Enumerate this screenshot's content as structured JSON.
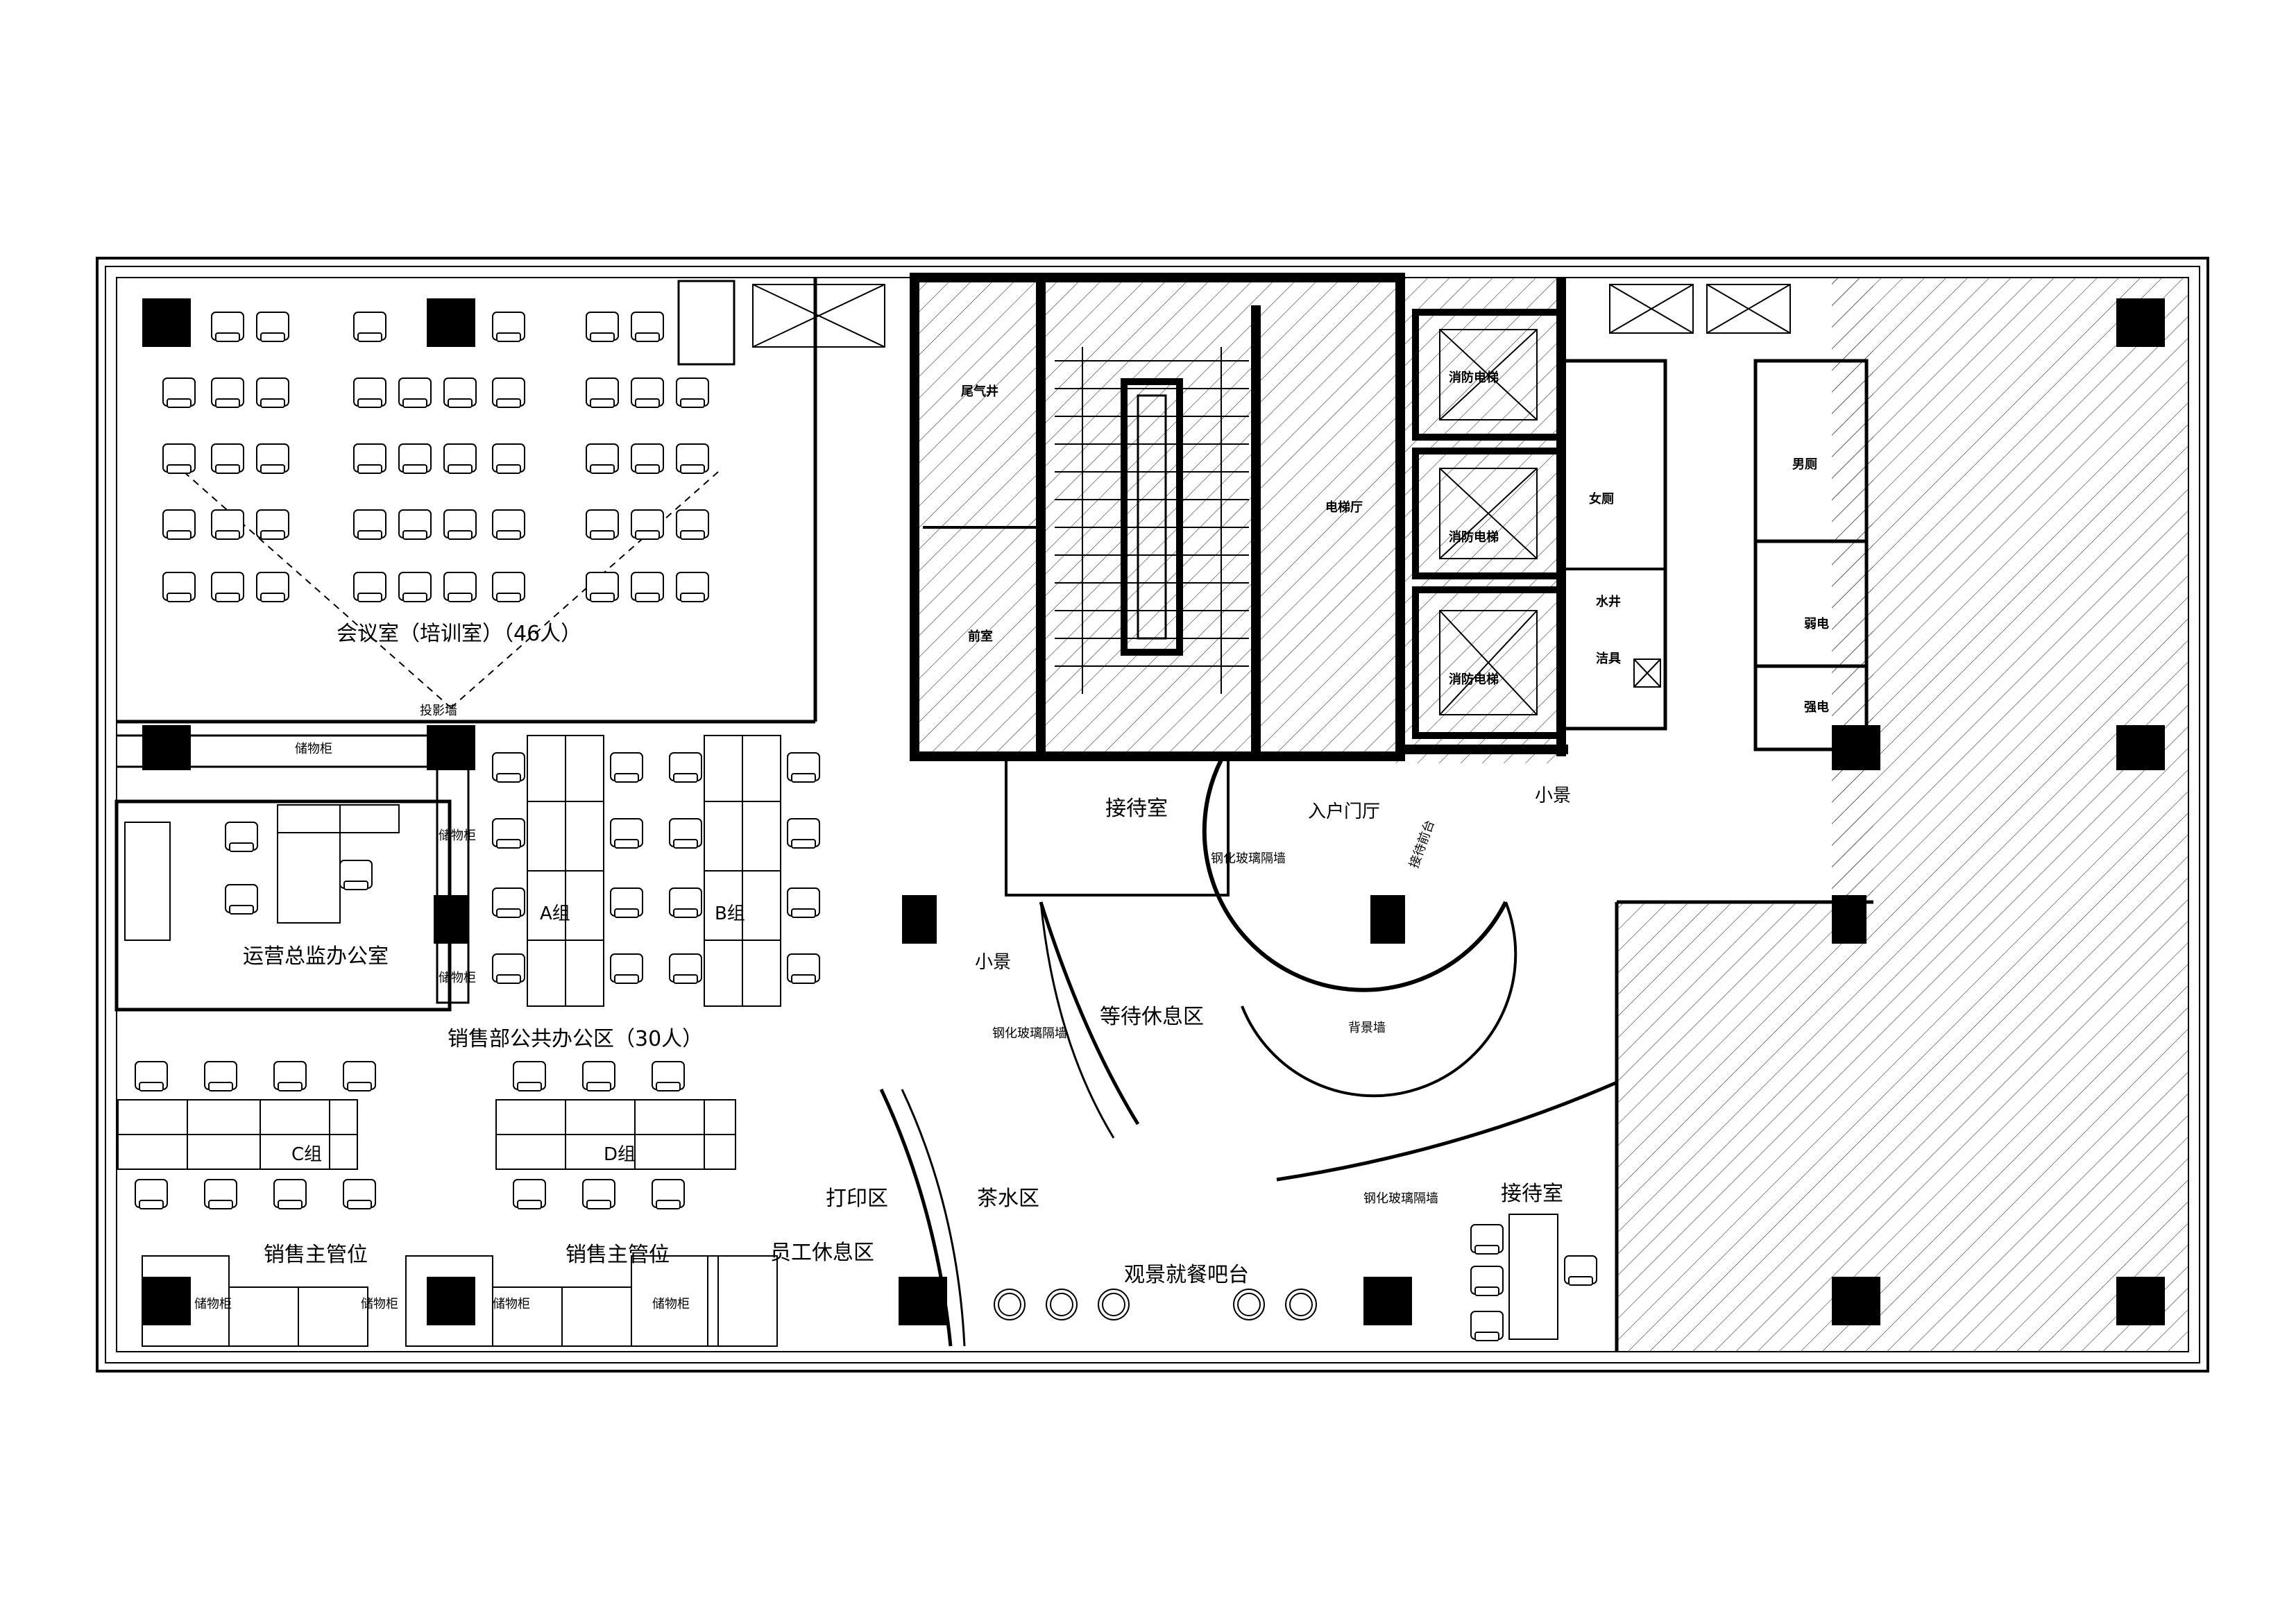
{
  "rooms": {
    "conference": "会议室（培训室）（46人）",
    "projection_wall": "投影墙",
    "storage_top": "储物柜",
    "storage_left": "储物柜",
    "storage_left2": "储物柜",
    "ops_office": "运营总监办公室",
    "group_a": "A组",
    "group_b": "B组",
    "sales_office": "销售部公共办公区（30人）",
    "group_c": "C组",
    "group_d": "D组",
    "sales_manager_1": "销售主管位",
    "sales_manager_2": "销售主管位",
    "storage_b1": "储物柜",
    "storage_b2": "储物柜",
    "storage_b3": "储物柜",
    "storage_b4": "储物柜",
    "exhaust_shaft": "尾气井",
    "anteroom": "前室",
    "elevator_hall": "电梯厅",
    "fire_elevator_1": "消防电梯",
    "fire_elevator_2": "消防电梯",
    "fire_elevator_3": "消防电梯",
    "womens_wc": "女厕",
    "mens_wc": "男厕",
    "water_shaft": "水井",
    "cleaning": "洁具",
    "weak_current": "弱电",
    "strong_current": "强电",
    "reception_1": "接待室",
    "entrance_hall": "入户门厅",
    "reception_desk": "接待前台",
    "landscape_1": "小景",
    "landscape_2": "小景",
    "tempered_glass_1": "钢化玻璃隔墙",
    "tempered_glass_2": "钢化玻璃隔墙",
    "tempered_glass_3": "钢化玻璃隔墙",
    "waiting_area": "等待休息区",
    "background_wall": "背景墙",
    "print_area": "打印区",
    "tea_area": "茶水区",
    "staff_lounge": "员工休息区",
    "view_bar": "观景就餐吧台",
    "reception_2": "接待室"
  },
  "colors": {
    "ink": "#000000",
    "paper": "#ffffff"
  }
}
